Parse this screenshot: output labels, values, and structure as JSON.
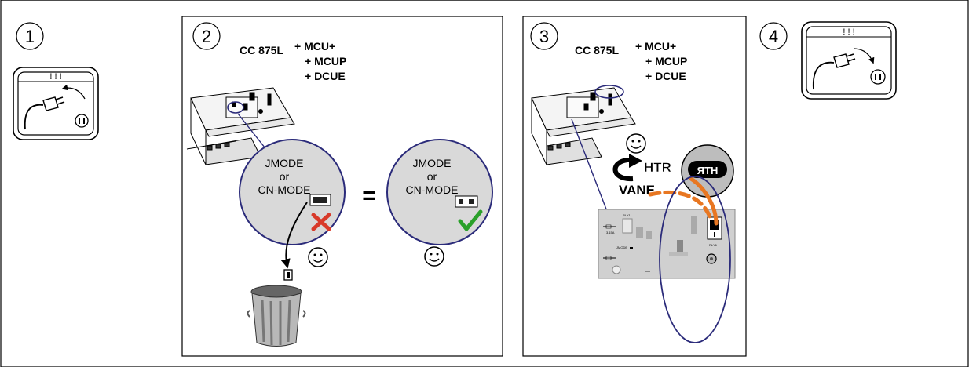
{
  "steps": [
    {
      "number": "1",
      "warning": "! ! !"
    },
    {
      "number": "2",
      "model": "CC 875L",
      "options": [
        "+ MCU+",
        "+ MCUP",
        "+ DCUE"
      ],
      "jumper_label": [
        "JMODE",
        "or",
        "CN-MODE"
      ],
      "equals": "="
    },
    {
      "number": "3",
      "model": "CC 875L",
      "options": [
        "+ MCU+",
        "+ MCUP",
        "+ DCUE"
      ],
      "htr": "HTR",
      "htr_mirrored": "HTR",
      "vane": "VANE",
      "pcb_labels": {
        "rly1": "RLY1",
        "fuse": "3.15A",
        "jmode": "JMODE",
        "rly6": "RLY6"
      }
    },
    {
      "number": "4",
      "warning": "! ! !"
    }
  ],
  "colors": {
    "accent_orange": "#e87722",
    "oval_blue": "#2b2b7a",
    "check_green": "#2aa02a",
    "cross_red": "#d83a2a"
  }
}
